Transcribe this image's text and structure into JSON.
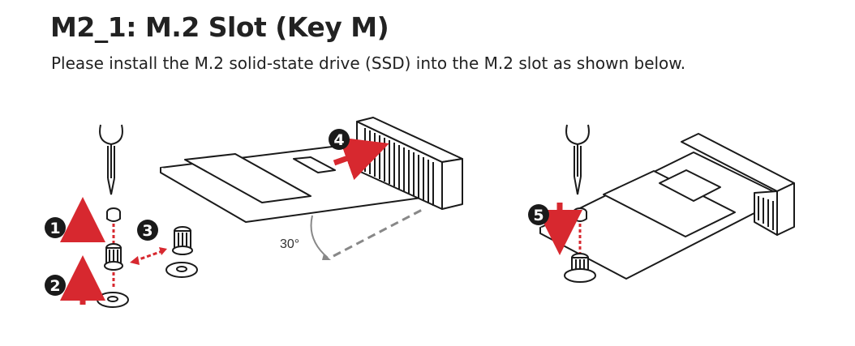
{
  "page": {
    "title": "M2_1: M.2 Slot (Key M)",
    "intro": "Please install the M.2 solid-state drive (SSD) into the M.2 slot as shown below."
  },
  "figure": {
    "steps": [
      "1",
      "2",
      "3",
      "4",
      "5"
    ],
    "angle_label": "30°",
    "colors": {
      "accent": "#d7282f",
      "line": "#1a1a1a",
      "dashed_guide": "#888888"
    }
  }
}
